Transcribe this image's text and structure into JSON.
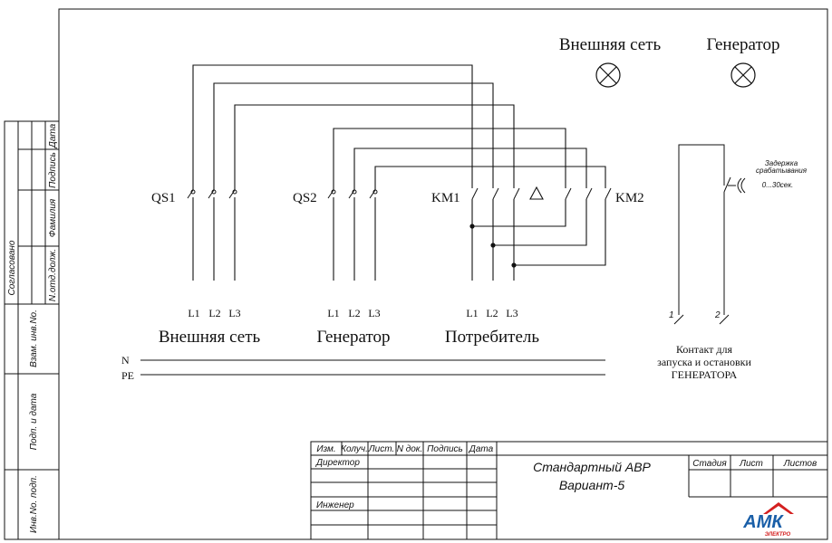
{
  "lamps": {
    "external": "Внешняя сеть",
    "generator": "Генератор"
  },
  "switches": {
    "qs1": "QS1",
    "qs2": "QS2",
    "km1": "KM1",
    "km2": "KM2"
  },
  "phases": [
    "L1",
    "L2",
    "L3"
  ],
  "groups": {
    "external": "Внешняя сеть",
    "generator": "Генератор",
    "consumer": "Потребитель"
  },
  "buses": {
    "neutral": "N",
    "protective": "PE"
  },
  "relay": {
    "delay_line1": "Задержка",
    "delay_line2": "срабатывания",
    "delay_range": "0...30сек.",
    "terminal1": "1",
    "terminal2": "2",
    "caption_line1": "Контакт для",
    "caption_line2": "запуска и остановки",
    "caption_line3": "ГЕНЕРАТОРА"
  },
  "left_stamp": {
    "date": "Дата",
    "signature": "Подпись",
    "surname": "Фамилия",
    "dept_no": "N.отд.долж.",
    "agreed": "Согласовано",
    "replace_inv": "Взам. инв.No.",
    "sign_date": "Подп. и дата",
    "inv_no": "Инв.No. подп."
  },
  "title_block": {
    "headers": [
      "Изм.",
      "Колуч.",
      "Лист.",
      "N док.",
      "Подпись",
      "Дата"
    ],
    "director": "Директор",
    "engineer": "Инженер",
    "title_line1": "Стандартный АВР",
    "title_line2": "Вариант-5",
    "stage": "Стадия",
    "sheet": "Лист",
    "sheets": "Листов",
    "logo": "АМК",
    "logo_sub": "ЭЛЕКТРО",
    "logo_color": "#d42020",
    "logo_accent": "#1a5fa8"
  }
}
